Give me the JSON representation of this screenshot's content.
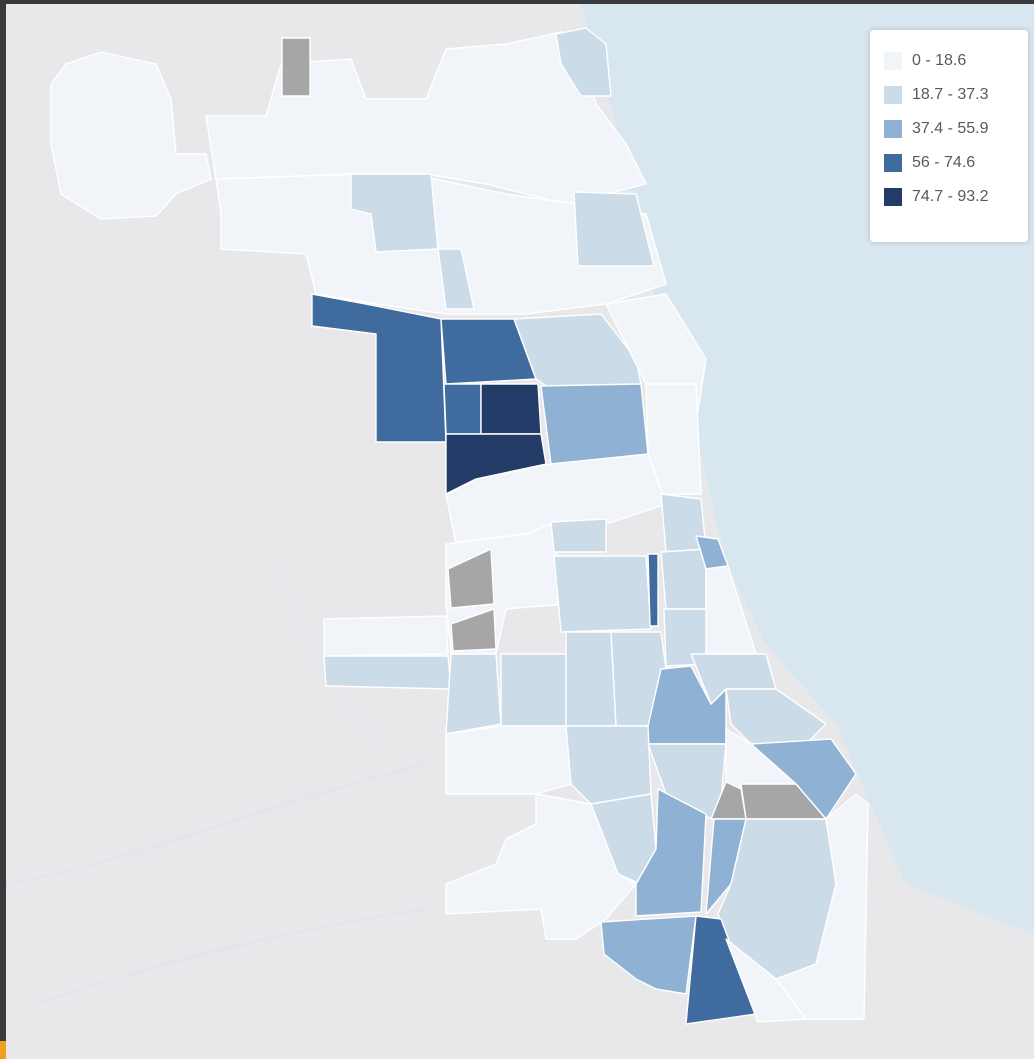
{
  "legend": {
    "items": [
      {
        "label": "0 - 18.6",
        "color": "#f1f5f9"
      },
      {
        "label": "18.7 - 37.3",
        "color": "#cbdbe8"
      },
      {
        "label": "37.4 - 55.9",
        "color": "#8fb1d3"
      },
      {
        "label": "56 - 74.6",
        "color": "#3f6b9f"
      },
      {
        "label": "74.7 - 93.2",
        "color": "#233c67"
      }
    ]
  },
  "map": {
    "land_color": "#e8e8ea",
    "water_color": "#d8e6f0",
    "no_data_color": "#a6a6a6"
  }
}
